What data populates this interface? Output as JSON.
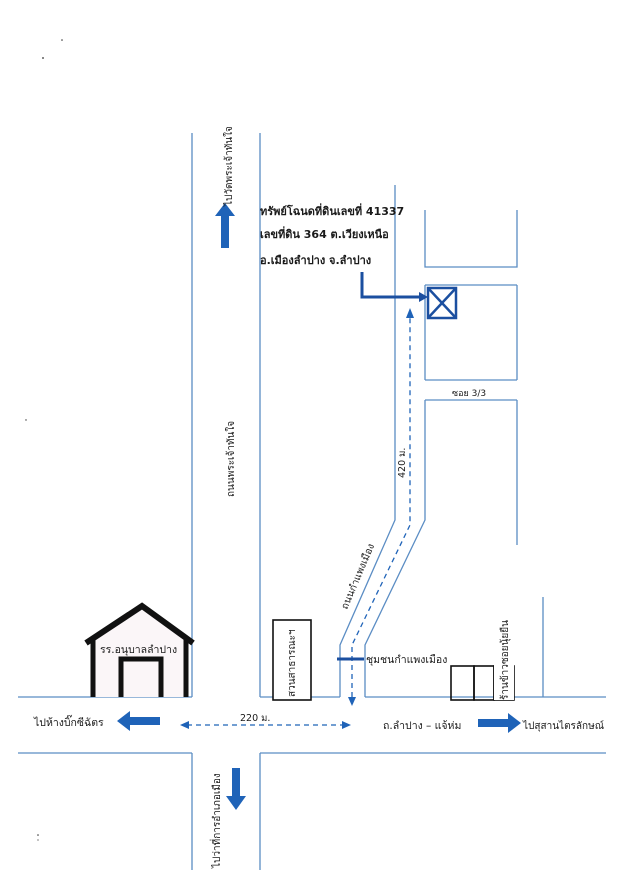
{
  "property": {
    "line1": "ทรัพย์โฉนดที่ดินเลขที่  41337",
    "line2": "เลขที่ดิน  364  ต.เวียงเหนือ",
    "line3": "อ.เมืองลำปาง  จ.ลำปาง"
  },
  "roads": {
    "phra_chao_thanjai": "ถนนพระเจ้าทันใจ",
    "kamphaeng_mueang": "ถนนกำแพงเมือง",
    "lampang_chaehom": "ถ.ลำปาง – แจ้ห่ม",
    "soi": "ซอย 3/3"
  },
  "distances": {
    "vertical": "420 ม.",
    "horizontal": "220 ม."
  },
  "landmarks": {
    "school": "รร.อนุบาลลำปาง",
    "park": "สวนสาธารณะฯ",
    "community": "ชุมชนกำแพงเมือง",
    "shop": "ร้านข้าวซอยนุ้ยยืน"
  },
  "directions": {
    "north": "ไปวัดพระเจ้าทันใจ",
    "west": "ไปห้างบิ๊กซีฉัตร",
    "east": "ไปสุสานไตรลักษณ์",
    "south": "ไปว่าที่การอำเภอเมือง"
  },
  "colors": {
    "line": "#5b8dc4",
    "arrow": "#1f63b8",
    "pointer": "#1b4fa0",
    "building": "#111111",
    "text": "#1a1a1a"
  },
  "icons": {
    "target": "target-marker-icon",
    "house": "house-icon"
  }
}
